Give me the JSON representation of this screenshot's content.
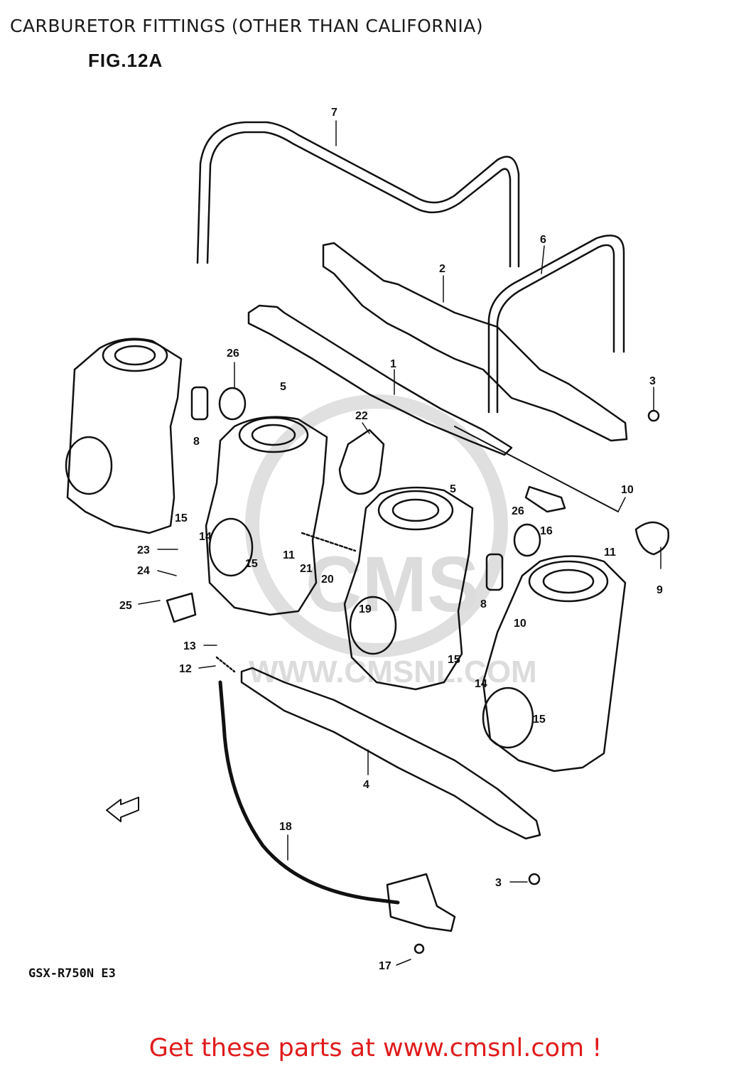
{
  "header": {
    "title": "CARBURETOR FITTINGS (OTHER THAN CALIFORNIA)",
    "figure": "FIG.12A"
  },
  "footer": {
    "model": "GSX-R750N E3",
    "cta": "Get these parts at www.cmsnl.com !"
  },
  "watermark": {
    "text": "WWW.CMSNL.COM",
    "logo": "CMS"
  },
  "fwd_label": "FWD",
  "callouts": [
    "7",
    "6",
    "2",
    "26",
    "5",
    "1",
    "3",
    "22",
    "8",
    "5",
    "10",
    "15",
    "14",
    "26",
    "16",
    "11",
    "23",
    "15",
    "11",
    "21",
    "20",
    "9",
    "24",
    "19",
    "8",
    "10",
    "25",
    "13",
    "15",
    "12",
    "14",
    "15",
    "4",
    "18",
    "3",
    "17"
  ],
  "colors": {
    "cta": "#e01b1b",
    "line": "#111111",
    "watermark": "#d4d4d4"
  }
}
